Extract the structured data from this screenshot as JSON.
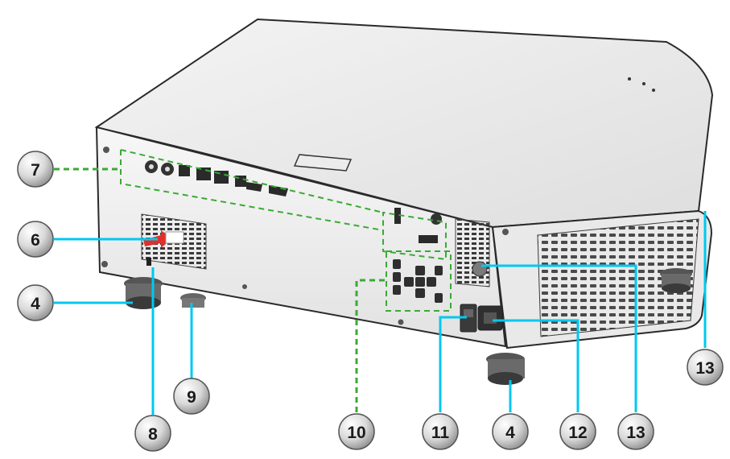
{
  "callouts": [
    {
      "id": "c7",
      "label": "7"
    },
    {
      "id": "c6",
      "label": "6"
    },
    {
      "id": "c4a",
      "label": "4"
    },
    {
      "id": "c8",
      "label": "8"
    },
    {
      "id": "c9",
      "label": "9"
    },
    {
      "id": "c10",
      "label": "10"
    },
    {
      "id": "c11",
      "label": "11"
    },
    {
      "id": "c4b",
      "label": "4"
    },
    {
      "id": "c12",
      "label": "12"
    },
    {
      "id": "c13a",
      "label": "13"
    },
    {
      "id": "c13b",
      "label": "13"
    }
  ],
  "colors": {
    "leader_line": "#00c8f0",
    "dashed_frame": "#3aaa35",
    "body_outline": "#2a2a2a",
    "callout_fill": "#d6d6d6",
    "lock_arrow": "#e0302a"
  }
}
